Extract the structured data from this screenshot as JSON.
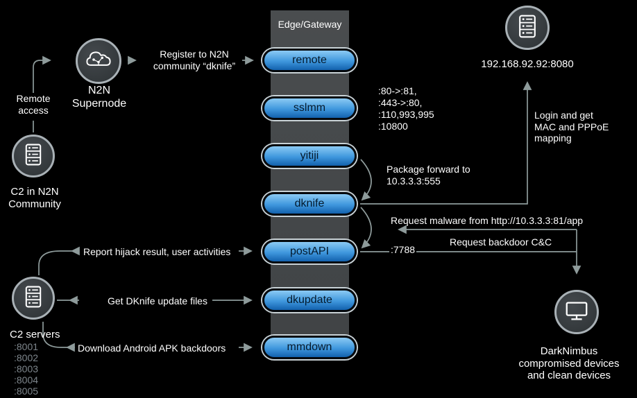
{
  "colors": {
    "background": "#000000",
    "pill_blue_top": "#8bcaf4",
    "pill_blue_bottom": "#1261ad",
    "column_gray": "#454749",
    "line_gray": "#8e9b9b",
    "dim_text_gray": "#7e868c"
  },
  "gateway": {
    "title": "Edge/Gateway",
    "modules": [
      "remote",
      "sslmm",
      "yitiji",
      "dknife",
      "postAPI",
      "dkupdate",
      "mmdown"
    ]
  },
  "nodes": {
    "remote_access": {
      "label": "Remote\naccess"
    },
    "n2n_supernode": {
      "label": "N2N\nSupernode",
      "icon": "cloud-circuit-icon"
    },
    "c2_n2n": {
      "label": "C2 in N2N\nCommunity",
      "icon": "server-icon"
    },
    "gateway_server": {
      "label": "192.168.92.92:8080",
      "icon": "server-icon"
    },
    "c2_servers": {
      "label": "C2 servers",
      "icon": "server-icon",
      "ports": [
        ":8001",
        ":8002",
        ":8003",
        ":8004",
        ":8005"
      ]
    },
    "darknimbus": {
      "label": "DarkNimbus\ncompromised devices\nand clean devices",
      "icon": "monitor-icon"
    }
  },
  "annotations": {
    "register": "Register to N2N\ncommunity “dknife”",
    "sslmm_ports": ":80->:81,\n:443->:80,\n:110,993,995\n:10800",
    "login_mapping": "Login and get\nMAC and PPPoE\nmapping",
    "package_forward": "Package forward to\n10.3.3.3:555",
    "request_malware": "Request malware from http://10.3.3.3:81/app",
    "request_backdoor": "Request backdoor C&C",
    "postapi_port": ":7788",
    "report_hijack": "Report hijack result, user activities",
    "get_update": "Get DKnife update files",
    "download_apk": "Download Android APK backdoors"
  }
}
